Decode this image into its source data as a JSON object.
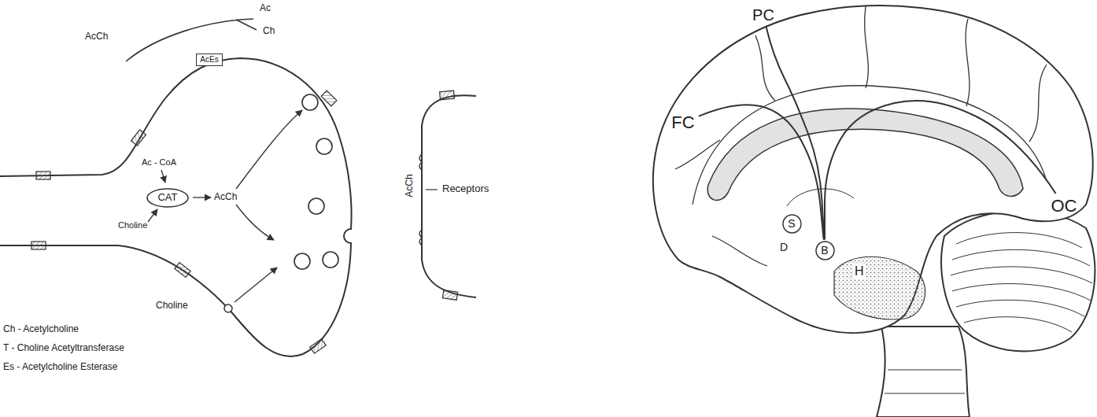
{
  "diagram": {
    "nodes": [
      {
        "text": [
          "AcEs"
        ]
      },
      {
        "text": [
          "CAT"
        ]
      },
      {
        "text": [
          "FC"
        ]
      },
      {
        "text": [
          "PC"
        ]
      },
      {
        "text": [
          "OC"
        ]
      },
      {
        "text": [
          "S"
        ]
      },
      {
        "text": [
          "B"
        ]
      }
    ],
    "edges": [
      {
        "from": 6,
        "to": 2,
        "arrow": "none"
      },
      {
        "from": 6,
        "to": 3,
        "arrow": "none"
      },
      {
        "from": 6,
        "to": 4,
        "arrow": "none"
      }
    ],
    "labels": [
      "AcCh",
      "Ac",
      "Ch",
      "Ac - CoA",
      "Choline",
      "AcCh",
      "Choline",
      "AcCh",
      "Receptors",
      "Ch - Acetylcholine",
      "T - Choline Acetyltransferase",
      "Es - Acetylcholine Esterase",
      "D",
      "H"
    ]
  }
}
